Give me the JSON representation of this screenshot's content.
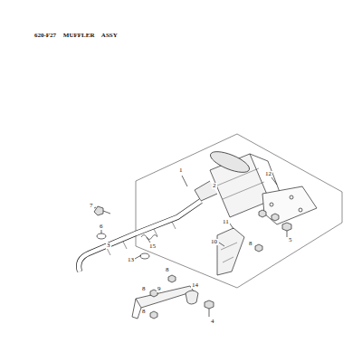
{
  "diagram": {
    "title": "620-F27 MUFFLER ASSY",
    "labels": [
      "1",
      "2",
      "3",
      "4",
      "5",
      "6",
      "7",
      "8",
      "8",
      "8",
      "8",
      "9",
      "10",
      "11",
      "12",
      "13",
      "14",
      "15"
    ]
  }
}
